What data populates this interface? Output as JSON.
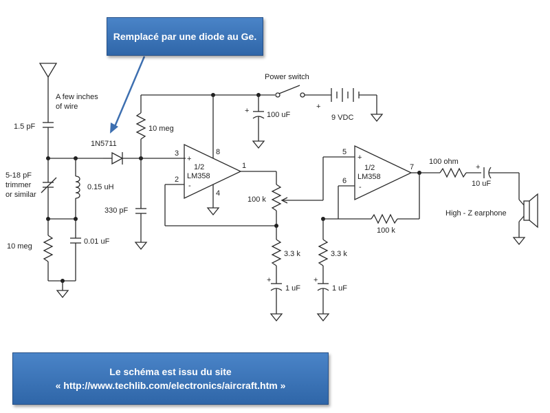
{
  "notes": {
    "top": "Remplacé par une diode au Ge.",
    "bottom_line1": "Le schéma est issu du site",
    "bottom_line2": "« http://www.techlib.com/electronics/aircraft.htm »"
  },
  "labels": {
    "antenna": "A few inches",
    "antenna2": "of wire",
    "c1": "1.5 pF",
    "trimmer1": "5-18 pF",
    "trimmer2": "trimmer",
    "trimmer3": "or similar",
    "r_left": "10 meg",
    "inductor": "0.15 uH",
    "c_001": "0.01 uF",
    "diode": "1N5711",
    "r_bias": "10 meg",
    "c330": "330 pF",
    "power_switch": "Power switch",
    "c100": "100 uF",
    "battery": "9 VDC",
    "opamp1_a": "1/2",
    "opamp1_b": "LM358",
    "opamp2_a": "1/2",
    "opamp2_b": "LM358",
    "pot": "100 k",
    "r33a": "3.3 k",
    "c1ua": "1 uF",
    "r33b": "3.3 k",
    "c1ub": "1 uF",
    "r_fb": "100 k",
    "r_out": "100 ohm",
    "c_out": "10 uF",
    "earphone": "High - Z earphone",
    "pin3": "3",
    "pin2": "2",
    "pin8": "8",
    "pin4": "4",
    "pin1": "1",
    "pin5": "5",
    "pin6": "6",
    "pin7": "7",
    "plus": "+",
    "minus": "-"
  },
  "colors": {
    "callout": "#3a74ba",
    "arrow": "#3d6fb0",
    "wire": "#2a2a2a"
  }
}
